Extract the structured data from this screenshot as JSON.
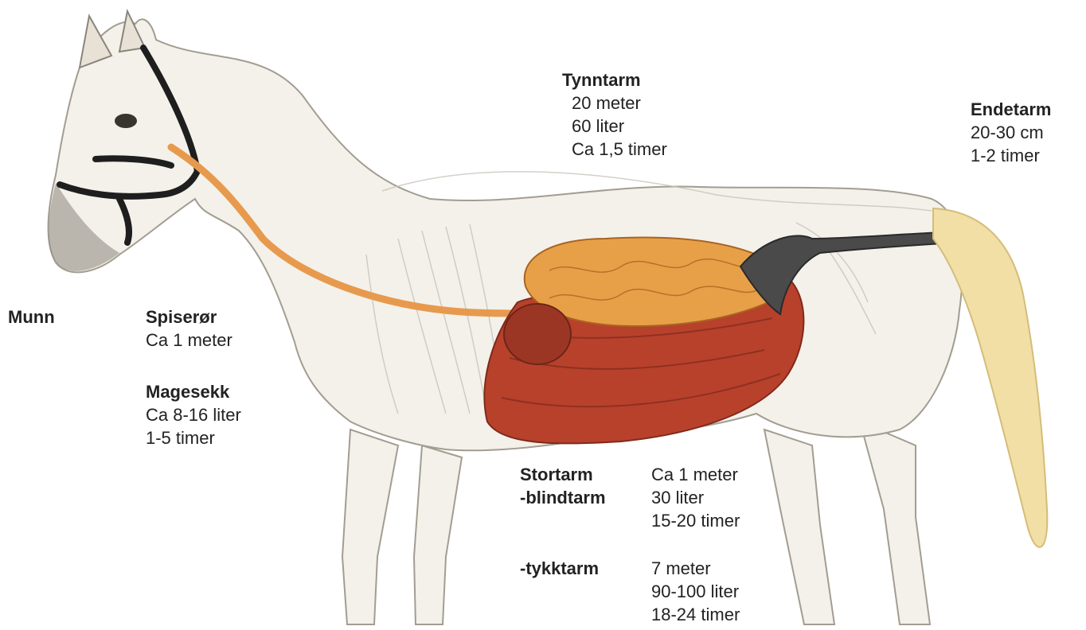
{
  "labels": {
    "munn": {
      "name": "Munn"
    },
    "spiseror": {
      "name": "Spiserør",
      "lines": [
        "Ca 1 meter"
      ]
    },
    "magesekk": {
      "name": "Magesekk",
      "lines": [
        "Ca  8-16 liter",
        "1-5 timer"
      ]
    },
    "tynntarm": {
      "name": "Tynntarm",
      "lines": [
        "20 meter",
        "60 liter",
        "Ca 1,5 timer"
      ]
    },
    "endetarm": {
      "name": "Endetarm",
      "lines": [
        "20-30 cm",
        "1-2 timer"
      ]
    },
    "stortarm": {
      "name": "Stortarm",
      "blindtarm": {
        "name": "-blindtarm",
        "lines": [
          "Ca 1 meter",
          "30 liter",
          "15-20 timer"
        ]
      },
      "tykktarm": {
        "name": "-tykktarm",
        "lines": [
          "7 meter",
          "90-100 liter",
          "18-24 timer"
        ]
      }
    }
  },
  "colors": {
    "horse_body": "#f4f1ea",
    "outline": "#9a9488",
    "esophagus": "#e79a4e",
    "small_intestine": "#e8a048",
    "large_intestine": "#b8412c",
    "rectum": "#4a4a4a",
    "tail": "#f1dfa6",
    "halter": "#1e1e1e"
  },
  "icons": {
    "illustration": "horse-digestive-system-illustration"
  }
}
